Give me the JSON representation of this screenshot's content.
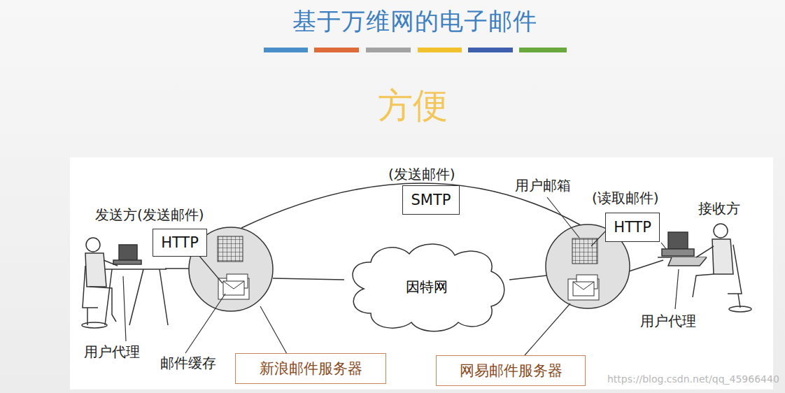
{
  "diagram": {
    "title": "基于万维网的电子邮件",
    "nodes": [
      {
        "text": [
          "HTTP"
        ]
      },
      {
        "text": [
          "SMTP"
        ]
      },
      {
        "text": [
          "HTTP"
        ]
      },
      {
        "text": [
          "因特网"
        ]
      },
      {
        "text": [
          "新浪邮件服务器"
        ]
      },
      {
        "text": [
          "网易邮件服务器"
        ]
      }
    ],
    "labels": [
      "方便",
      "(发送邮件)",
      "用户邮箱",
      "(读取邮件)",
      "发送方(发送邮件)",
      "接收方",
      "用户代理",
      "邮件缓存",
      "用户代理",
      "https://blog.csdn.net/qq_45966440"
    ]
  }
}
